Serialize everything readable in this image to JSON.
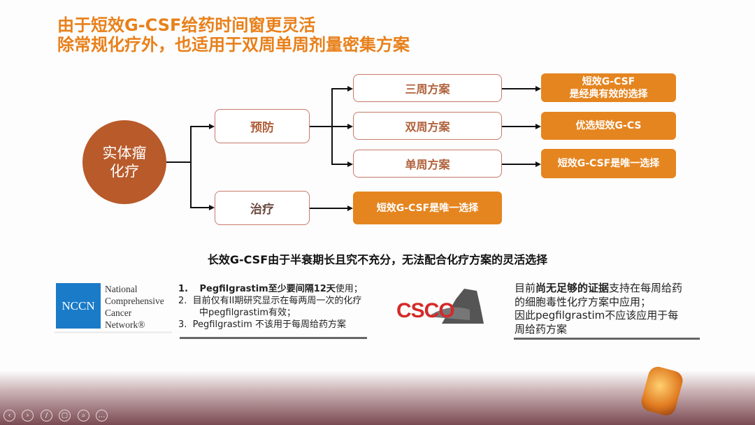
{
  "title": {
    "line1": "由于短效G-CSF给药时间窗更灵活",
    "line2": "除常规化疗外，也适用于双周单周剂量密集方案"
  },
  "diagram": {
    "root": {
      "line1": "实体瘤",
      "line2": "化疗"
    },
    "prevention": "预防",
    "treatment": "治疗",
    "schedules": [
      "三周方案",
      "双周方案",
      "单周方案"
    ],
    "recommendations": [
      {
        "line1": "短效G-CSF",
        "line2": "是经典有效的选择"
      },
      {
        "line1": "优选短效G-CS",
        "line2": ""
      },
      {
        "line1": "短效G-CSF是唯一选择",
        "line2": ""
      }
    ],
    "treatment_rec": "短效G-CSF是唯一选择"
  },
  "subtitle": "长效G-CSF由于半衰期长且究不充分，无法配合化疗方案的灵活选择",
  "nccn": {
    "logo": "NCCN",
    "name": [
      "National",
      "Comprehensive",
      "Cancer",
      "Network®"
    ],
    "items": [
      {
        "num": "1.",
        "bold": "Pegfilgrastim至少要间隔12天",
        "rest": "使用；"
      },
      {
        "num": "2.",
        "bold": "",
        "rest": "目前仅有II期研究显示在每两周一次的化疗",
        "cont": "中pegfilgrastim有效；"
      },
      {
        "num": "3.",
        "bold": "",
        "rest": "Pegfilgrastim 不该用于每周给药方案"
      }
    ]
  },
  "csco": {
    "logo": "CSCO",
    "pre": "目前",
    "bold": "尚无足够的证据",
    "rest": "支持在每周给药",
    "line2": "的细胞毒性化疗方案中应用；",
    "line3": "因此pegfilgrastim不应该应用于每",
    "line4": "周给药方案"
  },
  "colors": {
    "title": "#e8801a",
    "circle": "#b85a2a",
    "orange_box": "#e5851f",
    "nccn_blue": "#1a7bc8",
    "csco_red": "#d42a2a"
  },
  "toolbar": {
    "icons": [
      "previous-icon",
      "next-icon",
      "pen-icon",
      "slides-icon",
      "zoom-icon",
      "more-icon"
    ]
  }
}
